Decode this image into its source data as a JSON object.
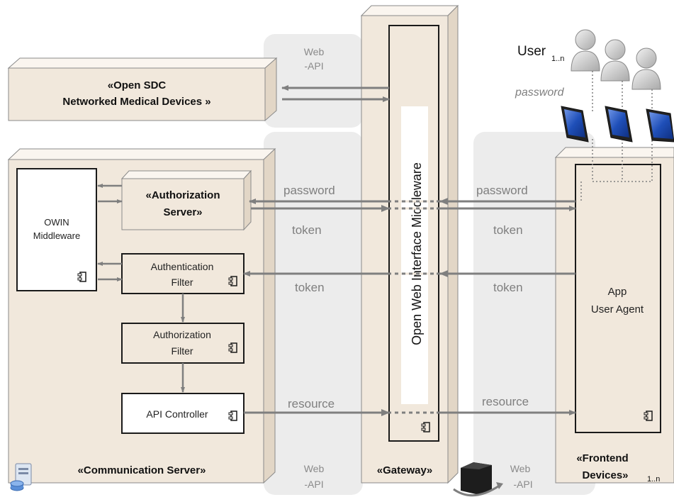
{
  "nodes": {
    "open_sdc": {
      "line1": "«Open SDC",
      "line2": "Networked Medical Devices »"
    },
    "communication_server": {
      "label": "«Communication Server»"
    },
    "owin": {
      "line1": "OWIN",
      "line2": "Middleware"
    },
    "authorization_server": {
      "line1": "«Authorization",
      "line2": "Server»"
    },
    "authentication_filter": {
      "line1": "Authentication",
      "line2": "Filter"
    },
    "authorization_filter": {
      "line1": "Authorization",
      "line2": "Filter"
    },
    "api_controller": {
      "label": "API Controller"
    },
    "gateway": {
      "label": "«Gateway»"
    },
    "owin_middleware_vertical": {
      "label": "Open Web Interface Middleware"
    },
    "frontend": {
      "line1": "«Frontend",
      "line2": "Devices»",
      "multiplicity": "1..n"
    },
    "app_user_agent": {
      "line1": "App",
      "line2": "User Agent"
    },
    "users": {
      "label": "User",
      "multiplicity": "1..n",
      "password_label": "password"
    }
  },
  "web_api_labels": {
    "top": {
      "line1": "Web",
      "line2": "-API"
    },
    "bottom_left": {
      "line1": "Web",
      "line2": "-API"
    },
    "bottom_right": {
      "line1": "Web",
      "line2": "-API"
    }
  },
  "edge_labels": {
    "password_left": "password",
    "password_right": "password",
    "token_1_left": "token",
    "token_1_right": "token",
    "token_2_left": "token",
    "token_2_right": "token",
    "resource_left": "resource",
    "resource_right": "resource"
  },
  "colors": {
    "box_fill": "#f1e8dc",
    "box_top": "#faf5ef",
    "box_side": "#e2d6c6",
    "box_stroke": "#8a8a8a",
    "web_api_band": "#ececec",
    "arrow": "#7f7f7f",
    "edge_label": "#7f7f7f",
    "component_stroke": "#1a1a1a",
    "device_screen": "#1f4fb8"
  }
}
